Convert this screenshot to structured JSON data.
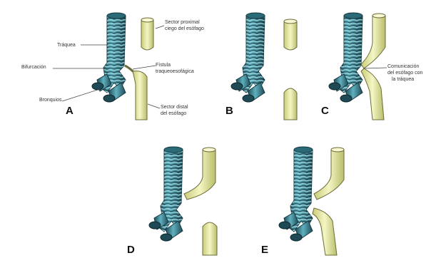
{
  "colors": {
    "trachea": "#3f8f9f",
    "trachea_dark": "#1f4a55",
    "trachea_ring": "#8fd0da",
    "esophagus": "#ecefaa",
    "esophagus_edge": "#6b6b3a",
    "label_text": "#333333"
  },
  "panels": {
    "a": {
      "letter": "A",
      "labels": {
        "trachea": "Tráquea",
        "bifurcation": "Bifurcación",
        "bronchi": "Bronquios",
        "proximal": [
          "Sector proximal",
          "ciego del esófago"
        ],
        "fistula": [
          "Fístula",
          "traqueoesofágica"
        ],
        "distal": [
          "Sector distal",
          "del esófago"
        ]
      }
    },
    "b": {
      "letter": "B"
    },
    "c": {
      "letter": "C",
      "labels": {
        "communication": [
          "Comunicación",
          "del esófago con",
          "la tráquea"
        ]
      }
    },
    "d": {
      "letter": "D"
    },
    "e": {
      "letter": "E"
    }
  }
}
